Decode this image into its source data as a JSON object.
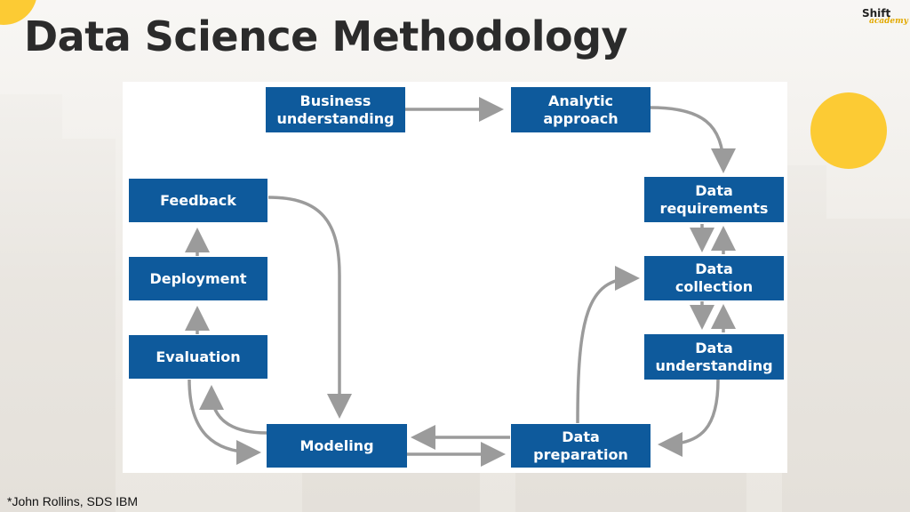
{
  "slide": {
    "title": "Data Science Methodology",
    "footnote": "*John Rollins, SDS IBM"
  },
  "logo": {
    "line1": "Shift",
    "line2": "academy"
  },
  "diagram": {
    "nodes": {
      "business": "Business\nunderstanding",
      "analytic": "Analytic\napproach",
      "requirements": "Data\nrequirements",
      "collection": "Data\ncollection",
      "understanding": "Data\nunderstanding",
      "preparation": "Data\npreparation",
      "modeling": "Modeling",
      "evaluation": "Evaluation",
      "deployment": "Deployment",
      "feedback": "Feedback"
    }
  },
  "colors": {
    "node_fill": "#0e5a9c",
    "node_text": "#ffffff",
    "arrow": "#9b9b9b",
    "accent": "#fccb34",
    "title": "#2b2b2b"
  }
}
